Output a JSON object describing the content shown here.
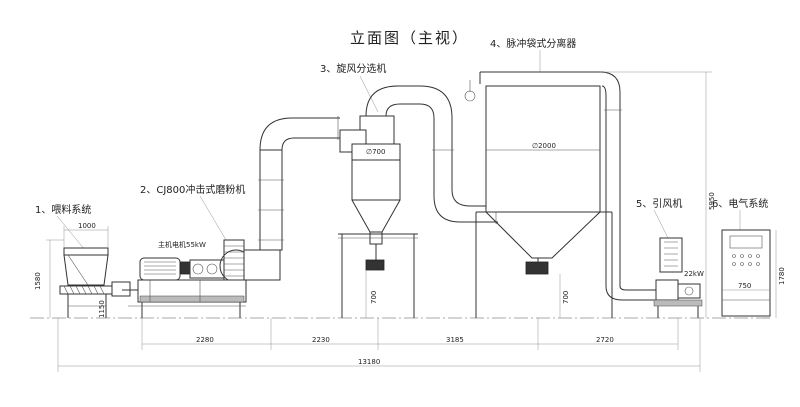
{
  "title": "立面图（主视）",
  "labels": {
    "feed": "1、喂料系统",
    "mill": "2、CJ800冲击式磨粉机",
    "motor": "主机电机55kW",
    "classifier": "3、旋风分选机",
    "baghouse": "4、脉冲袋式分离器",
    "fan": "5、引风机",
    "electric": "6、电气系统",
    "fan_power": "22kW"
  },
  "dimensions": {
    "feed_width": "1000",
    "feed_height": "1580",
    "feed_low": "1150",
    "classifier_dia": "∅700",
    "bag_dia": "∅2000",
    "cyclone_leg": "700",
    "bag_leg": "700",
    "total_height": "5950",
    "cabinet_height": "1780",
    "cabinet_width": "750",
    "span_1": "2280",
    "span_2": "2230",
    "span_3": "3185",
    "span_4": "2720",
    "total_length": "13180"
  }
}
